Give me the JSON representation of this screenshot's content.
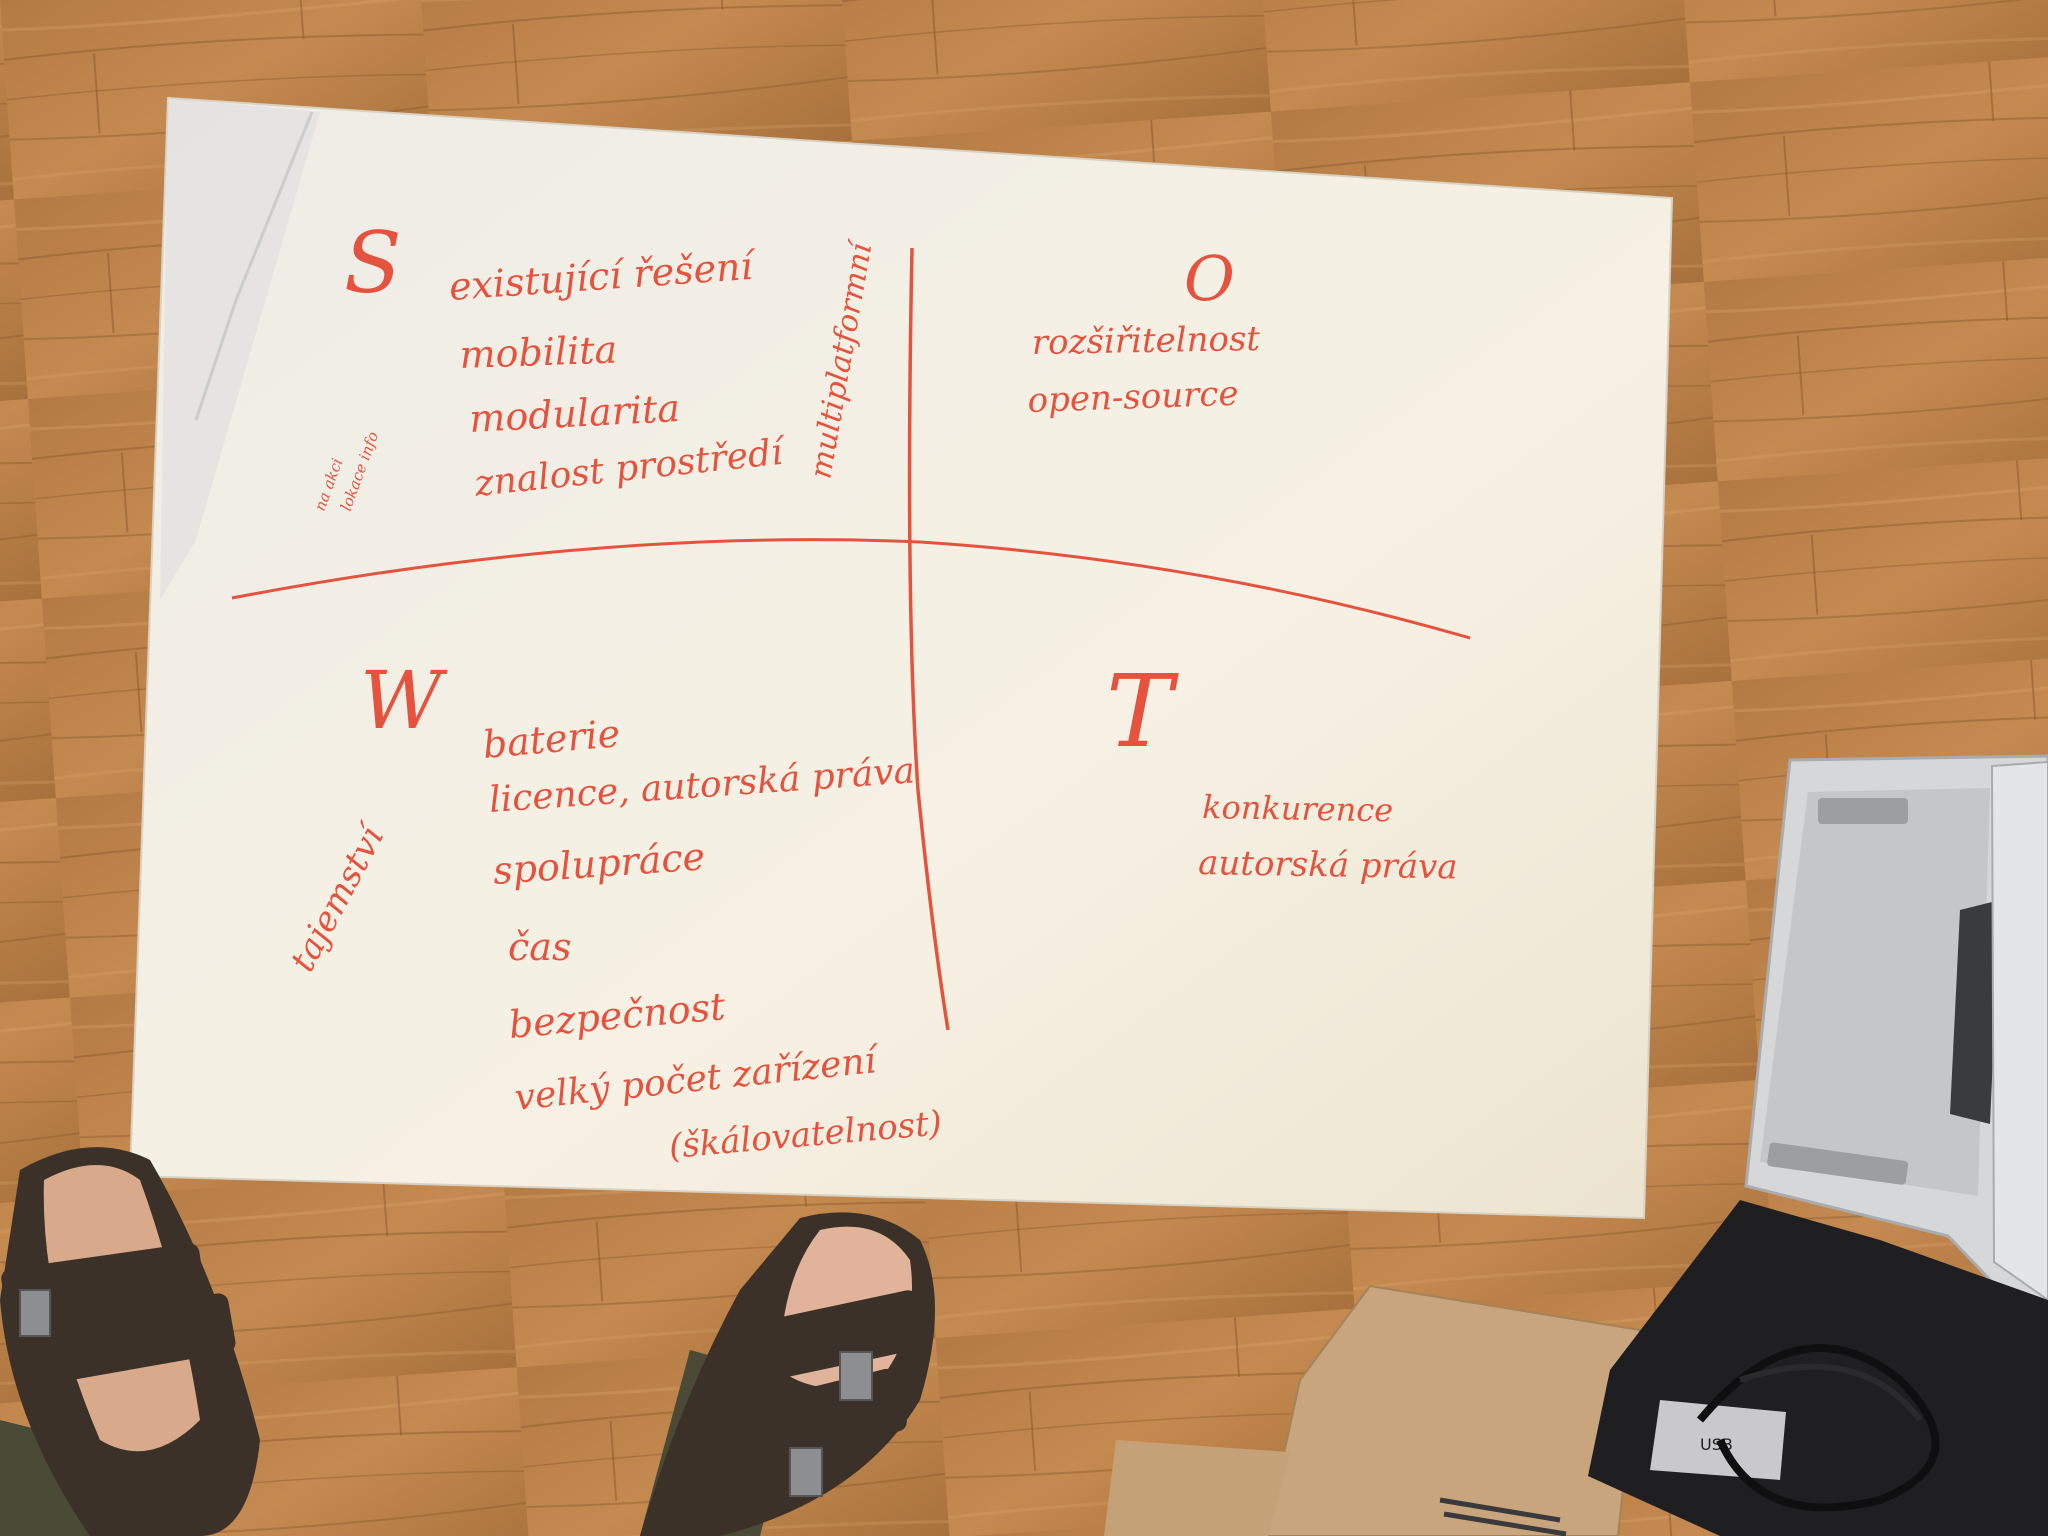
{
  "colors": {
    "floor_light": "#c98c50",
    "floor_dark": "#9d6534",
    "paper": "#f4efe3",
    "marker": "#e5533f",
    "sandal": "#3b3128",
    "crate": "#d6d7d9",
    "cardboard": "#c8a57c",
    "box_dark": "#1f1f21"
  },
  "swot": {
    "s": {
      "letter": "S",
      "items": [
        "existující řešení",
        "mobilita",
        "modularita",
        "znalost prostředí"
      ],
      "side_note": "multiplatformní",
      "margin_note_1": "na akci",
      "margin_note_2": "lokace info"
    },
    "o": {
      "letter": "O",
      "items": [
        "rozšiřitelnost",
        "open-source"
      ]
    },
    "w": {
      "letter": "W",
      "side_note": "tajemství",
      "items": [
        "baterie",
        "licence, autorská práva",
        "spolupráce",
        "čas",
        "bezpečnost",
        "velký počet zařízení",
        "(škálovatelnost)"
      ]
    },
    "t": {
      "letter": "T",
      "items": [
        "konkurence",
        "autorská práva"
      ]
    }
  },
  "objects": {
    "box_label": "USB"
  }
}
